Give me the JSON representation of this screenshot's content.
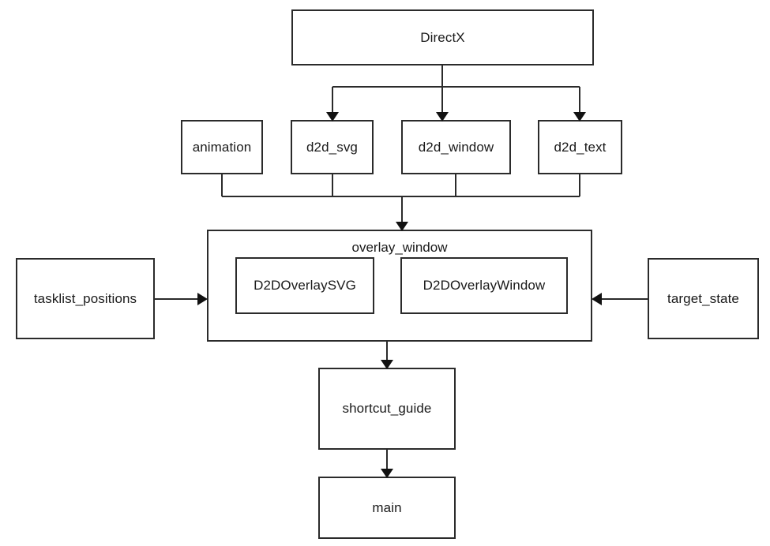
{
  "diagram": {
    "type": "flowchart",
    "title": "",
    "background_color": "#ffffff",
    "edge_color": "#2b2b2b",
    "text_color": "#1a1a1a",
    "nodes": {
      "directx": "DirectX",
      "animation": "animation",
      "d2d_svg": "d2d_svg",
      "d2d_window": "d2d_window",
      "d2d_text": "d2d_text",
      "overlay_window": "overlay_window",
      "d2d_overlay_svg": "D2DOverlaySVG",
      "d2d_overlay_window": "D2DOverlayWindow",
      "tasklist_positions": "tasklist_positions",
      "target_state": "target_state",
      "shortcut_guide": "shortcut_guide",
      "main": "main"
    },
    "edges": [
      {
        "from": "DirectX",
        "to": "d2d_svg",
        "arrow": "down"
      },
      {
        "from": "DirectX",
        "to": "d2d_window",
        "arrow": "down"
      },
      {
        "from": "DirectX",
        "to": "d2d_text",
        "arrow": "down"
      },
      {
        "from": "animation",
        "to": "overlay_window",
        "arrow": "down"
      },
      {
        "from": "d2d_svg",
        "to": "overlay_window",
        "arrow": "down"
      },
      {
        "from": "d2d_window",
        "to": "overlay_window",
        "arrow": "down"
      },
      {
        "from": "d2d_text",
        "to": "overlay_window",
        "arrow": "down"
      },
      {
        "from": "tasklist_positions",
        "to": "overlay_window",
        "arrow": "right"
      },
      {
        "from": "target_state",
        "to": "overlay_window",
        "arrow": "left"
      },
      {
        "from": "overlay_window",
        "to": "shortcut_guide",
        "arrow": "down"
      },
      {
        "from": "shortcut_guide",
        "to": "main",
        "arrow": "down"
      }
    ]
  }
}
